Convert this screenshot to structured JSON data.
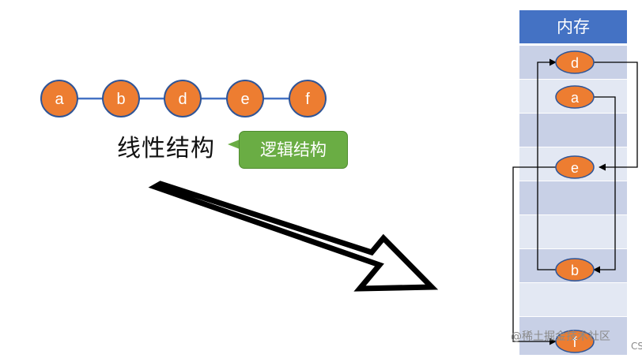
{
  "linear_structure": {
    "label": "线性结构",
    "nodes": [
      "a",
      "b",
      "d",
      "e",
      "f"
    ]
  },
  "callout": {
    "text": "逻辑结构"
  },
  "memory": {
    "title": "内存",
    "nodes": [
      "d",
      "a",
      "e",
      "b",
      "f"
    ]
  },
  "watermark": "@稀土掘金技术社区",
  "corner_text": "CS",
  "colors": {
    "node_fill": "#ed7d31",
    "node_border": "#2f5597",
    "memory_header": "#4472c4",
    "memory_row_a": "#c8d0e6",
    "memory_row_b": "#e3e8f3",
    "callout": "#6aad44"
  }
}
